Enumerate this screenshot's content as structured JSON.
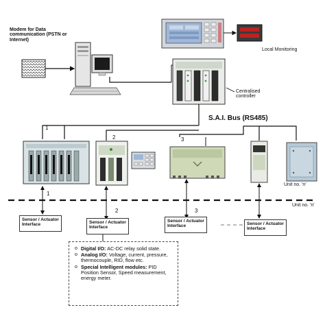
{
  "modem_label": "Modem for Data communication (PSTN or Internet)",
  "local_monitoring": "Local Monitoring",
  "controller_label": "Centralised controller",
  "bus_label": "S.A.I. Bus (RS485)",
  "units": {
    "one": "1",
    "two": "2",
    "three": "3",
    "unit_n_top": "Unit no. 'n'",
    "unit_n_bottom": "Unit no. 'n'"
  },
  "interfaces": [
    "Sensor / Actuator Interface",
    "Sensor / Actuator Interface",
    "Sensor / Actuator Interface",
    "Sensor / Actuator Interface"
  ],
  "legend": {
    "digital_title": "Digital I/O:",
    "digital_text": "AC-DC relay solid state.",
    "analog_title": "Analog I/O:",
    "analog_text": "Voltage, current, pressure, thermocouple, RID, flow etc.",
    "special_title": "Special Intelligent modules:",
    "special_text": "PID Position Sensor, Speed measurement, energy meter."
  },
  "colors": {
    "line": "#111111",
    "panel_screen": "#9fb7d8",
    "module_green": "#cfd9b8",
    "unit_n_blue": "#b6c9d6"
  }
}
